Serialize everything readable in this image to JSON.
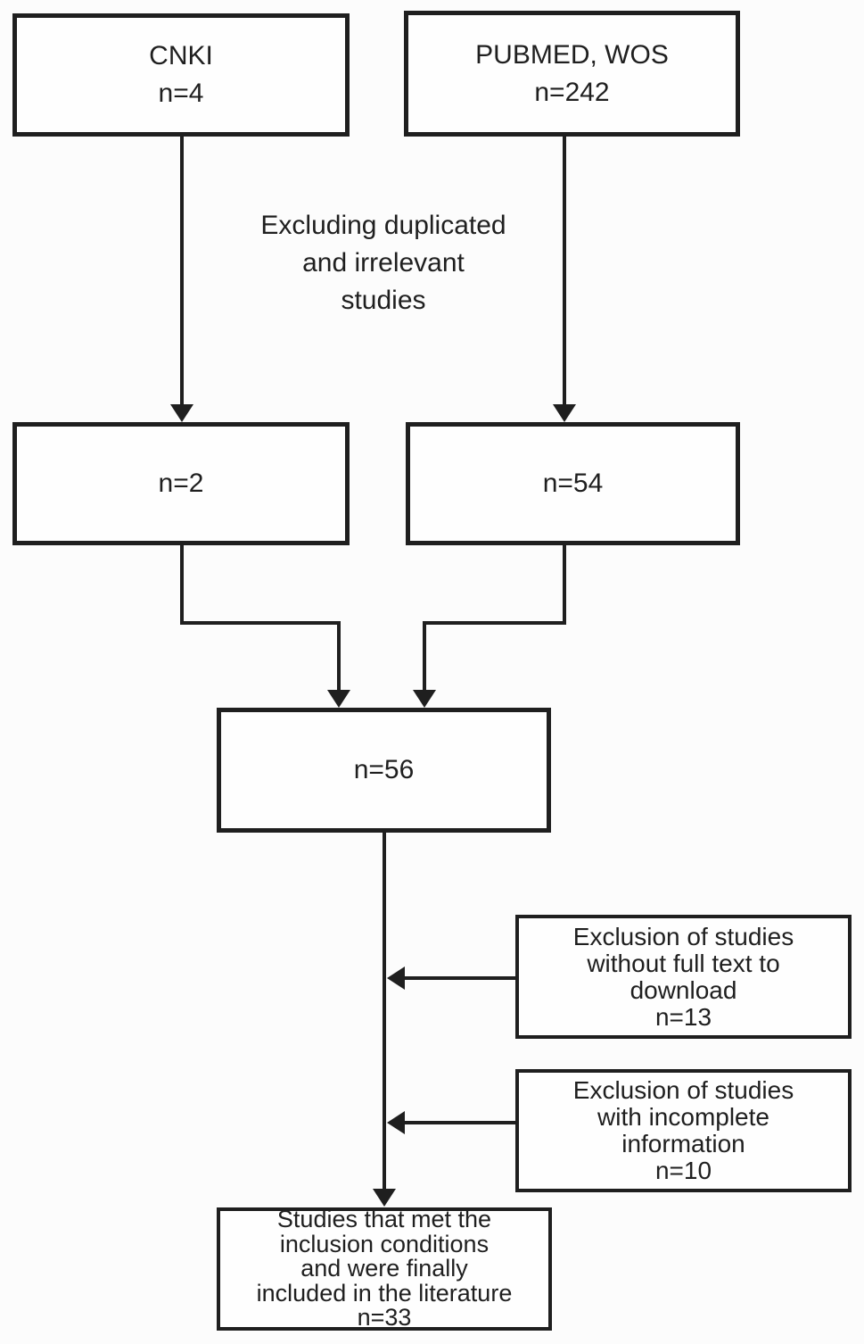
{
  "colors": {
    "line": "#1f1f1f",
    "background": "#fcfcfc",
    "box_fill": "#fefefe"
  },
  "boxes": {
    "cnki": [
      "CNKI",
      "n=4"
    ],
    "pubmed_wos": [
      "PUBMED, WOS",
      "n=242"
    ],
    "cnki_screened": [
      "n=2"
    ],
    "pubmed_wos_screened": [
      "n=54"
    ],
    "merged": [
      "n=56"
    ],
    "exclusion_no_fulltext": [
      "Exclusion of studies",
      "without full text to",
      "download",
      "n=13"
    ],
    "exclusion_incomplete": [
      "Exclusion of studies",
      "with incomplete",
      "information",
      "n=10"
    ],
    "included": [
      "Studies that met the",
      "inclusion conditions",
      "and were finally",
      "included in the literature",
      "n=33"
    ]
  },
  "labels": {
    "excluding": [
      "Excluding duplicated",
      "and irrelevant",
      "studies"
    ]
  }
}
